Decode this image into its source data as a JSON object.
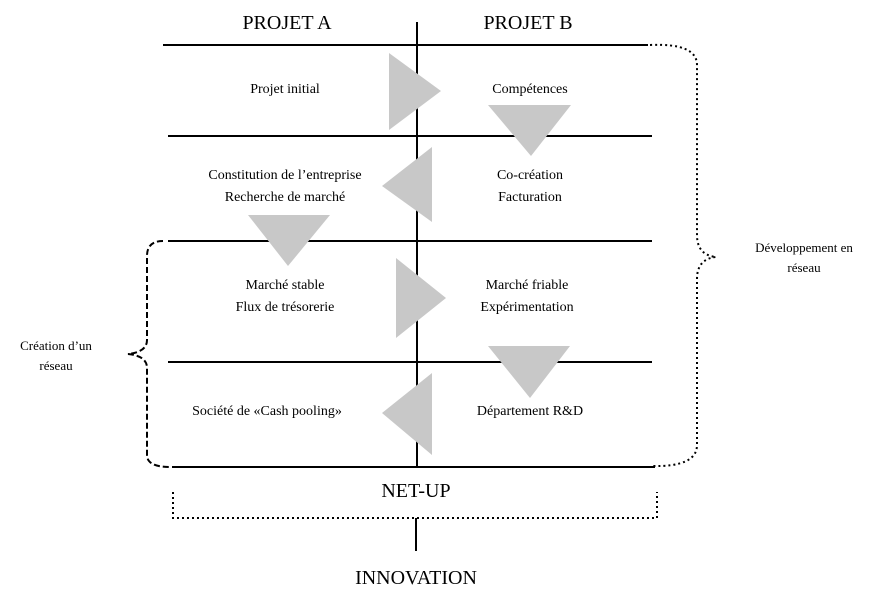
{
  "header": {
    "project_a": "PROJET A",
    "project_b": "PROJET B"
  },
  "rows": [
    {
      "a": [
        "Projet initial"
      ],
      "b": [
        "Compétences"
      ]
    },
    {
      "a": [
        "Constitution de l’entreprise",
        "Recherche de marché"
      ],
      "b": [
        "Co-création",
        "Facturation"
      ]
    },
    {
      "a": [
        "Marché stable",
        "Flux de trésorerie"
      ],
      "b": [
        "Marché friable",
        "Expérimentation"
      ]
    },
    {
      "a": [
        "Société de «Cash pooling»"
      ],
      "b": [
        "Département R&D"
      ]
    }
  ],
  "bottom_label": "NET-UP",
  "outcome_label": "INNOVATION",
  "left_bracket_label": [
    "Création d’un",
    "réseau"
  ],
  "right_bracket_label": [
    "Développement en",
    "réseau"
  ],
  "colors": {
    "line": "#000000",
    "arrow": "#c8c8c8",
    "bracket": "#000000"
  }
}
